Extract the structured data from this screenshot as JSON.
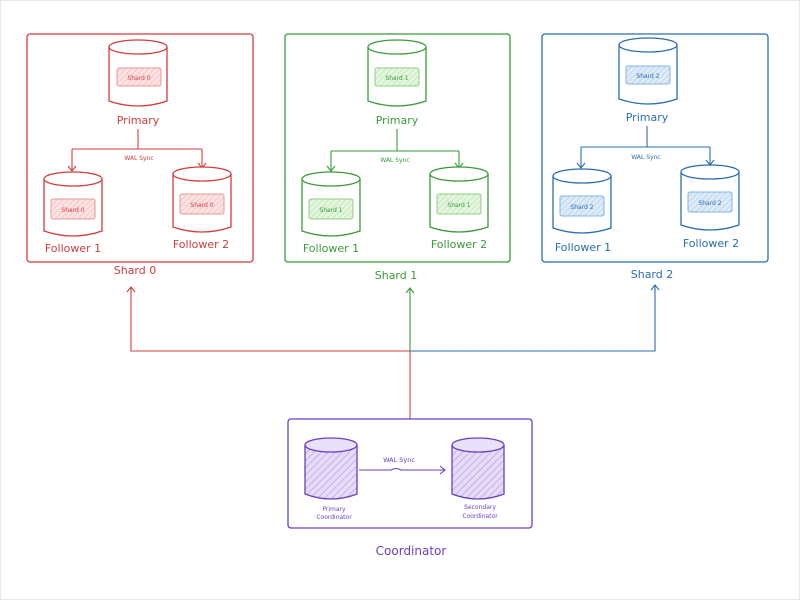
{
  "colors": {
    "shard0": "#d13c3c",
    "shard0_fill": "#fde0e0",
    "shard1": "#3a9a3a",
    "shard1_fill": "#e2f5dc",
    "shard2": "#2a6db0",
    "shard2_fill": "#dceaf8",
    "coordinator": "#6a3fc4",
    "coordinator_fill": "#e3d9f7",
    "mix_red": "#d13c3c",
    "mix_green": "#3a9a3a",
    "mix_blue": "#2a6db0"
  },
  "shards": [
    {
      "title": "Shard 0",
      "primary_label": "Primary",
      "primary_db": "Shard 0",
      "wal_label": "WAL Sync",
      "follower1_label": "Follower 1",
      "follower1_db": "Shard 0",
      "follower2_label": "Follower 2",
      "follower2_db": "Shard 0"
    },
    {
      "title": "Shard 1",
      "primary_label": "Primary",
      "primary_db": "Shard 1",
      "wal_label": "WAL Sync",
      "follower1_label": "Follower 1",
      "follower1_db": "Shard 1",
      "follower2_label": "Follower 2",
      "follower2_db": "Shard 1"
    },
    {
      "title": "Shard 2",
      "primary_label": "Primary",
      "primary_db": "Shard 2",
      "wal_label": "WAL Sync",
      "follower1_label": "Follower 1",
      "follower1_db": "Shard 2",
      "follower2_label": "Follower 2",
      "follower2_db": "Shard 2"
    }
  ],
  "coordinator": {
    "title": "Coordinator",
    "wal_label": "WAL Sync",
    "primary_line1": "Primary",
    "primary_line2": "Coordinator",
    "secondary_line1": "Secondary",
    "secondary_line2": "Coordinator"
  }
}
